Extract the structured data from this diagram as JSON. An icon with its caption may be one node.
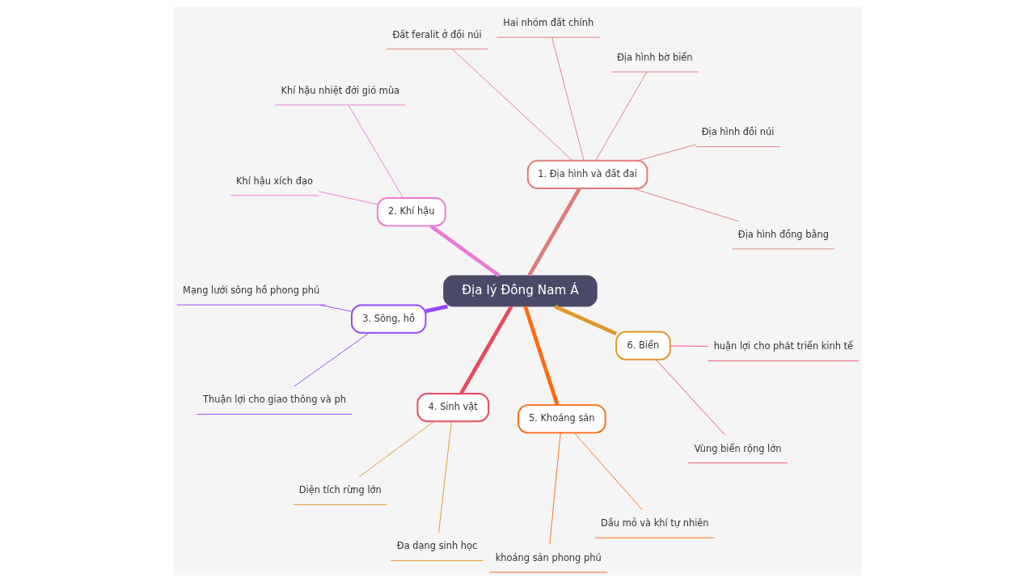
{
  "diagram": {
    "nodes": [
      {
        "text": [
          "Địa lý Đông Nam Á"
        ]
      },
      {
        "text": [
          "1. Địa hình và đất đai"
        ]
      },
      {
        "text": [
          "Địa hình đồng bằng"
        ]
      },
      {
        "text": [
          "Địa hình đồi núi"
        ]
      },
      {
        "text": [
          "Địa hình bờ biển"
        ]
      },
      {
        "text": [
          "Hai nhóm đất chính"
        ]
      },
      {
        "text": [
          "Đất feralit ở đồi núi"
        ]
      },
      {
        "text": [
          "2. Khí hậu"
        ]
      },
      {
        "text": [
          "Khí hậu nhiệt đới gió mùa"
        ]
      },
      {
        "text": [
          "Khí hậu xích đạo"
        ]
      },
      {
        "text": [
          "3. Sông, hồ"
        ]
      },
      {
        "text": [
          "Mạng lưới sông hồ phong phú"
        ]
      },
      {
        "text": [
          "Thuận lợi cho giao thông và ph"
        ]
      },
      {
        "text": [
          "4. Sinh vật"
        ]
      },
      {
        "text": [
          "Diện tích rừng lớn"
        ]
      },
      {
        "text": [
          "Đa dạng sinh học"
        ]
      },
      {
        "text": [
          "5. Khoáng sản"
        ]
      },
      {
        "text": [
          "khoáng sản phong phú"
        ]
      },
      {
        "text": [
          "Dầu mỏ và khí tự nhiên"
        ]
      },
      {
        "text": [
          "6. Biển"
        ]
      },
      {
        "text": [
          "Vùng biển rộng lớn"
        ]
      },
      {
        "text": [
          "huận lợi cho phát triển kinh tế"
        ]
      }
    ],
    "edges": [
      {
        "from": 0,
        "to": 1,
        "arrow": "none",
        "style": "thick",
        "color": "#e07b7b"
      },
      {
        "from": 1,
        "to": 2,
        "arrow": "none",
        "color": "#e07b7b"
      },
      {
        "from": 1,
        "to": 3,
        "arrow": "none",
        "color": "#e07b7b"
      },
      {
        "from": 1,
        "to": 4,
        "arrow": "none",
        "color": "#e07b7b"
      },
      {
        "from": 1,
        "to": 5,
        "arrow": "none",
        "color": "#e07b7b"
      },
      {
        "from": 1,
        "to": 6,
        "arrow": "none",
        "color": "#e07b7b"
      },
      {
        "from": 0,
        "to": 7,
        "arrow": "none",
        "style": "thick",
        "color": "#ea7ad6"
      },
      {
        "from": 7,
        "to": 8,
        "arrow": "none",
        "color": "#ea7ad6"
      },
      {
        "from": 7,
        "to": 9,
        "arrow": "none",
        "color": "#ea7ad6"
      },
      {
        "from": 0,
        "to": 10,
        "arrow": "none",
        "style": "thick",
        "color": "#9447f5"
      },
      {
        "from": 10,
        "to": 11,
        "arrow": "none",
        "color": "#9447f5"
      },
      {
        "from": 10,
        "to": 12,
        "arrow": "none",
        "color": "#9447f5"
      },
      {
        "from": 0,
        "to": 13,
        "arrow": "none",
        "style": "thick",
        "color": "#e84a5f"
      },
      {
        "from": 13,
        "to": 14,
        "arrow": "none",
        "color": "#e0962a"
      },
      {
        "from": 13,
        "to": 15,
        "arrow": "none",
        "color": "#e0962a"
      },
      {
        "from": 0,
        "to": 16,
        "arrow": "none",
        "style": "thick",
        "color": "#ff6a13"
      },
      {
        "from": 16,
        "to": 17,
        "arrow": "none",
        "color": "#ff6a13"
      },
      {
        "from": 16,
        "to": 18,
        "arrow": "none",
        "color": "#ff6a13"
      },
      {
        "from": 0,
        "to": 19,
        "arrow": "none",
        "style": "thick",
        "color": "#e0962a"
      },
      {
        "from": 19,
        "to": 20,
        "arrow": "none",
        "color": "#e8506a"
      },
      {
        "from": 19,
        "to": 21,
        "arrow": "none",
        "color": "#e8506a"
      }
    ]
  }
}
